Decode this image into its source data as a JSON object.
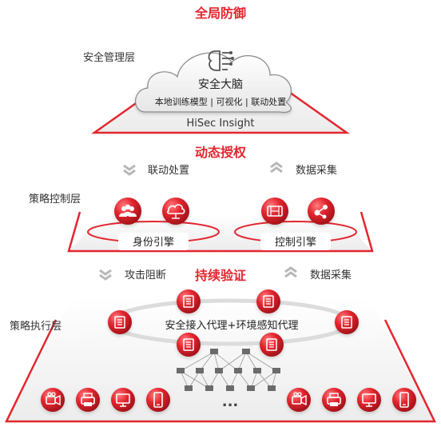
{
  "titles": {
    "global_defense": "全局防御",
    "dynamic_auth": "动态授权",
    "continuous_verify": "持续验证"
  },
  "layers": {
    "management": "安全管理层",
    "policy_control": "策略控制层",
    "policy_exec": "策略执行层"
  },
  "cloud": {
    "title": "安全大脑",
    "features": "本地训练模型 | 可视化 | 联动处置",
    "product": "HiSec Insight"
  },
  "flows": {
    "linkage": "联动处置",
    "collect_top": "数据采集",
    "attack_block": "攻击阻断",
    "collect_bottom": "数据采集"
  },
  "engines": {
    "identity": "身份引擎",
    "control": "控制引擎"
  },
  "agents": {
    "label": "安全接入代理+环境感知代理"
  },
  "network": {
    "ellipsis": "..."
  },
  "icons": {
    "brain": "brain-chip-icon",
    "users": "users-group-icon",
    "cloud_net": "cloud-network-icon",
    "firewall": "firewall-icon",
    "share": "share-nodes-icon",
    "agent": "agent-device-icon",
    "camera": "camera-icon",
    "printer": "printer-icon",
    "monitor": "monitor-icon",
    "phone": "mobile-phone-icon",
    "chevron_down": "chevron-down-icon",
    "chevron_up": "chevron-up-icon"
  },
  "colors": {
    "accent": "#e3262f",
    "icon_red": "#d9222a",
    "chevron_gray": "#b8b8b8"
  }
}
